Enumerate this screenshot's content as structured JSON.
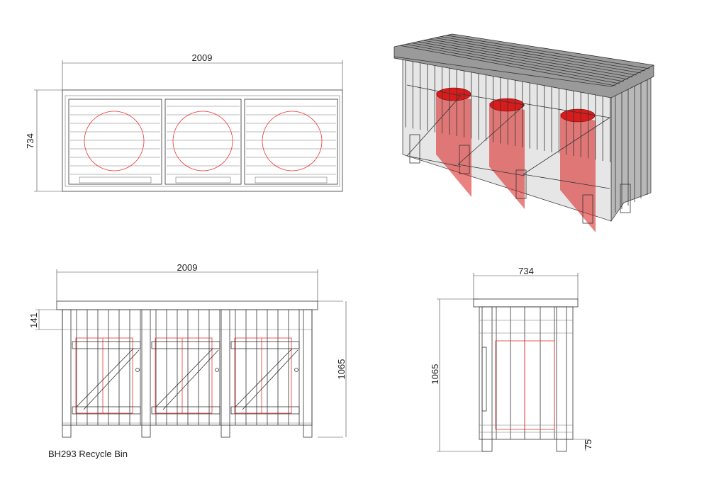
{
  "title": "BH293 Recycle Bin",
  "top_view": {
    "width_label": "2009",
    "depth_label": "734"
  },
  "front_view": {
    "width_label": "2009",
    "height_label": "1065",
    "roof_label": "141"
  },
  "side_view": {
    "width_label": "734",
    "height_label": "1065",
    "leg_label": "75"
  },
  "colors": {
    "line": "#333333",
    "bin": "#e33333",
    "bin_fill_3d": "#d81c1c",
    "wood_3d": "#9a9a9a"
  }
}
